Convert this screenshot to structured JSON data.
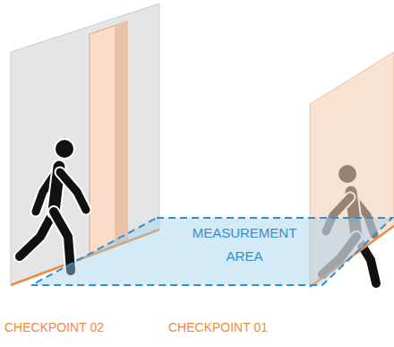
{
  "diagram": {
    "nodes": [
      {
        "text": [
          "MEASUREMENT AREA"
        ]
      }
    ],
    "labels": [
      "CHECKPOINT 02",
      "CHECKPOINT 01"
    ]
  }
}
